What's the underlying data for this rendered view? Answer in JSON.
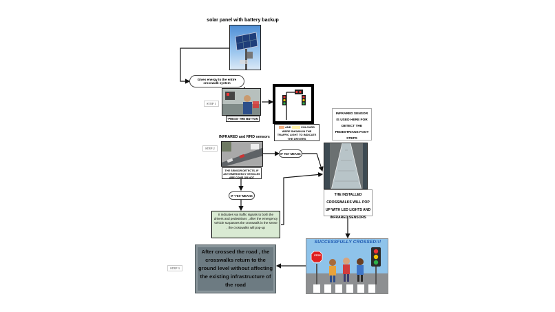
{
  "solar": {
    "title": "solar panel with battery backup"
  },
  "energy": {
    "label": "Gives energy to the entire crosswalk system"
  },
  "step1": {
    "label": "STEP 1",
    "press_label": "'PRESS' THE BUTTON"
  },
  "traffic_light": {
    "and_text": "AND",
    "colours_text": "COLOURS WERE SHOWN IN THE TRAFFIC LIGHT TO INDICATE THE DRIVERS"
  },
  "infrared": {
    "text": "INFRARED SENSOR IS USED HERE FOR DETECT THE PEDESTRIANS FOOT STEPS"
  },
  "step2": {
    "label": "STEP 2",
    "sensor_title": "INFRARED and RFID sensors",
    "detects_text": "THE SENSOR DETECTS, IF ANY EMERGENCY VEHICLES ARE COME OR NOT"
  },
  "no_branch": {
    "label": "IF 'NO' MEANS"
  },
  "yes_branch": {
    "label": "IF 'YES' MEANS"
  },
  "installed": {
    "text": "THE INSTALLED CROSSWALKS WILL POP UP WITH LED LIGHTS AND INFRARED SENSORS"
  },
  "indicates": {
    "text": "It indicates via traffic signals to both the drivers and pedestrians , after the emergency vehicle surpasses the crosswalk in the sense , the crosswalks will pop-up"
  },
  "success": {
    "banner": "SUCCESSFULLY CROSSED!!!",
    "stop_text": "STOP"
  },
  "step3": {
    "label": "STEP 3",
    "after_text": "After crossed the road , the crosswalks return to the ground level without affecting the existing infrastructure of the road"
  },
  "colors": {
    "green_box": "#d9ead3",
    "grey_box": "#6d7b82",
    "sky": "#7fb4e6"
  }
}
